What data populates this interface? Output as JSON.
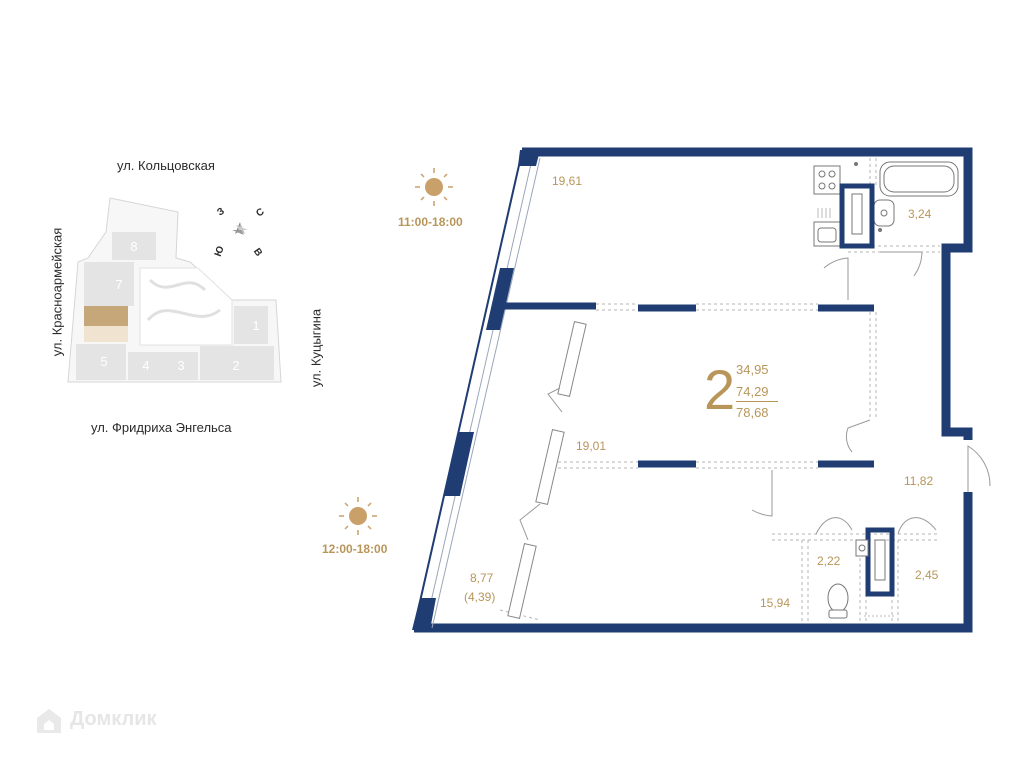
{
  "site_plan": {
    "street_north": "ул. Кольцовская",
    "street_west": "ул. Красноармейская",
    "street_east": "ул. Куцыгина",
    "street_south": "ул. Фридриха Энгельса",
    "buildings": [
      "8",
      "7",
      "5",
      "4",
      "3",
      "2",
      "1"
    ],
    "compass": {
      "north": "С",
      "east": "В",
      "south": "Ю",
      "west": "З"
    }
  },
  "sun": {
    "upper_time": "11:00-18:00",
    "lower_time": "12:00-18:00"
  },
  "apartment": {
    "rooms": "2",
    "living_area": "34,95",
    "total_area": "74,29",
    "total_area_with_balcony": "78,68"
  },
  "room_areas": {
    "kitchen_living": "19,61",
    "bathroom_large": "3,24",
    "bedroom": "19,01",
    "hallway": "11,82",
    "balcony": "8,77",
    "balcony_reduced": "(4,39)",
    "room_bottom": "15,94",
    "toilet": "2,22",
    "bathroom_small": "2,45"
  },
  "colors": {
    "wall": "#1f3c73",
    "accent": "#b8965a",
    "site_gray": "#e4e4e4",
    "selected": "#c5a77a"
  },
  "watermark": "Домклик"
}
